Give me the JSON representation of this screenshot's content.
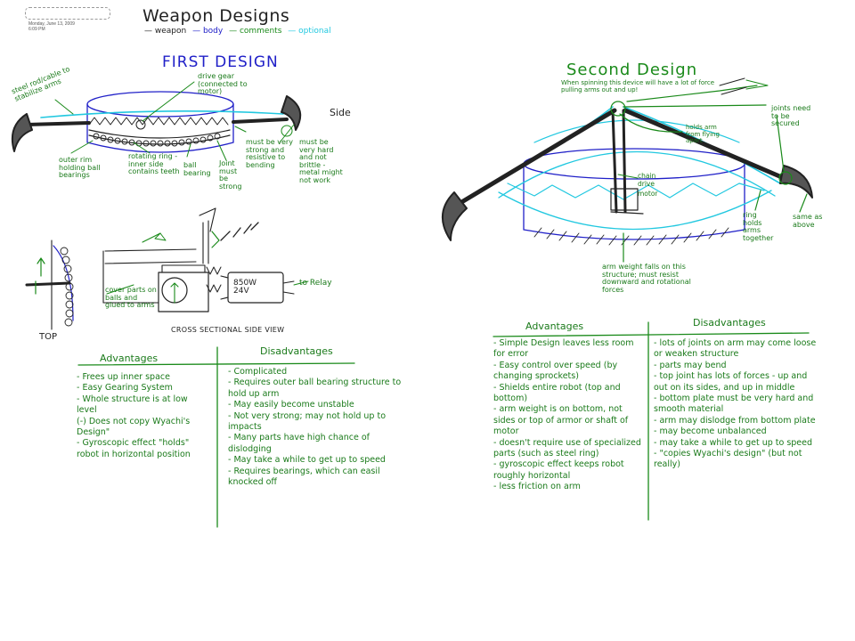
{
  "header": {
    "title": "Weapon Designs",
    "date_line_1": "Monday, June 13, 2009",
    "date_line_2": "6:09 PM",
    "legend": [
      {
        "text": "— weapon",
        "color": "#222222"
      },
      {
        "text": "— body",
        "color": "#2020c8"
      },
      {
        "text": "— comments",
        "color": "#1a8a1a"
      },
      {
        "text": "— optional",
        "color": "#22c8e0"
      }
    ]
  },
  "colors": {
    "weapon": "#222222",
    "body": "#2020c8",
    "comments": "#1a8a1a",
    "optional": "#22c8e0"
  },
  "first_design": {
    "title": "FIRST DESIGN",
    "side_label": "Side",
    "top_label": "TOP",
    "cross_section_label": "CROSS SECTIONAL SIDE VIEW",
    "motor_text": "850W 24V",
    "relay_label": "to Relay",
    "labels": {
      "steel_rod": "steel rod/cable to stabilize arms",
      "drive_gear": "drive gear (connected to motor)",
      "outer_rim": "outer rim holding ball bearings",
      "rotating_ring": "rotating ring - inner side contains teeth",
      "ball_bearing": "ball bearing",
      "joint": "Joint must be strong",
      "strong": "must be very strong and resistive to bending",
      "hard": "must be very hard and not brittle - metal might not work",
      "cover": "cover parts on balls and glued to arms"
    },
    "advantages_title": "Advantages",
    "disadvantages_title": "Disadvantages",
    "advantages": [
      "- Frees up inner space",
      "- Easy Gearing System",
      "- Whole structure is at low level",
      "(-) Does not copy Wyachi's Design\"",
      "- Gyroscopic effect \"holds\" robot in horizontal position"
    ],
    "disadvantages": [
      "- Complicated",
      "- Requires outer ball bearing structure to hold up arm",
      "- May easily become unstable",
      "- Not very strong; may not hold up to impacts",
      "- Many parts have high chance of dislodging",
      "- May take a while to get up to speed",
      "- Requires bearings, which can easil knocked off"
    ]
  },
  "second_design": {
    "title": "Second Design",
    "labels": {
      "spinning": "When spinning this device will have a lot of force pulling arms out and up!",
      "joints": "joints need to be secured",
      "holds_arm": "holds arm from flying apart",
      "chain_drive": "chain drive",
      "motor": "motor",
      "ring": "ring holds arms together",
      "same": "same as above",
      "arm_weight": "arm weight falls on this structure; must resist downward and rotational forces"
    },
    "advantages_title": "Advantages",
    "disadvantages_title": "Disadvantages",
    "advantages": [
      "- Simple Design leaves less room for error",
      "- Easy control over speed (by changing sprockets)",
      "- Shields entire robot (top and bottom)",
      "- arm weight is on bottom, not sides or top of armor or shaft of motor",
      "- doesn't require use of specialized parts (such as steel ring)",
      "- gyroscopic effect keeps robot roughly horizontal",
      "- less friction on arm"
    ],
    "disadvantages": [
      "- lots of joints on arm may come loose or weaken structure",
      "- parts may bend",
      "- top joint has lots of forces - up and out on its sides, and up in middle",
      "- bottom plate must be very hard and smooth material",
      "- arm may dislodge from bottom plate",
      "- may become unbalanced",
      "- may take a while to get up to speed",
      "- \"copies Wyachi's design\" (but not really)"
    ]
  }
}
